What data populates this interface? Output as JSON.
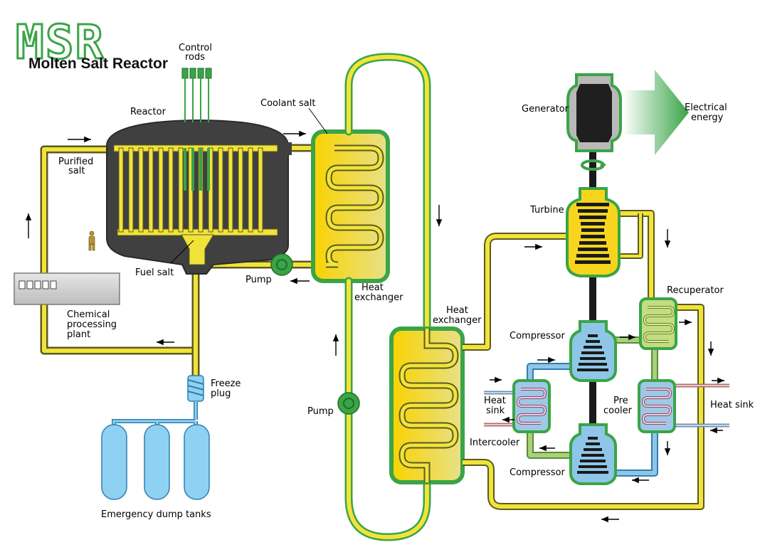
{
  "logo": {
    "big": "MSR",
    "sub": "Molten Salt Reactor"
  },
  "labels": {
    "control_rods_1": "Control",
    "control_rods_2": "rods",
    "reactor": "Reactor",
    "coolant_salt": "Coolant salt",
    "purified_salt_1": "Purified",
    "purified_salt_2": "salt",
    "fuel_salt": "Fuel salt",
    "pump_1": "Pump",
    "heat_exchanger_1a": "Heat",
    "heat_exchanger_1b": "exchanger",
    "heat_exchanger_2a": "Heat",
    "heat_exchanger_2b": "exchanger",
    "pump_2": "Pump",
    "chemical_1": "Chemical",
    "chemical_2": "processing",
    "chemical_3": "plant",
    "freeze_plug_1": "Freeze",
    "freeze_plug_2": "plug",
    "emergency_dump": "Emergency dump tanks",
    "generator": "Generator",
    "electrical_1": "Electrical",
    "electrical_2": "energy",
    "turbine": "Turbine",
    "recuperator": "Recuperator",
    "compressor_1": "Compressor",
    "compressor_2": "Compressor",
    "heat_sink_left_1": "Heat",
    "heat_sink_left_2": "sink",
    "intercooler": "Intercooler",
    "precooler_1": "Pre",
    "precooler_2": "cooler",
    "heat_sink_right": "Heat sink"
  },
  "colors": {
    "salt_yellow": "#f2e33a",
    "pipe_dark": "#3a3a1a",
    "hx_green": "#3aa447",
    "hx_fill": "#f7d51d",
    "reactor_body": "#3f3f3f",
    "cold_blue": "#8fc6e8",
    "hot_red": "#d77a7a",
    "tank_blue": "#8fd1f2",
    "gas_green": "#a9d07a"
  }
}
